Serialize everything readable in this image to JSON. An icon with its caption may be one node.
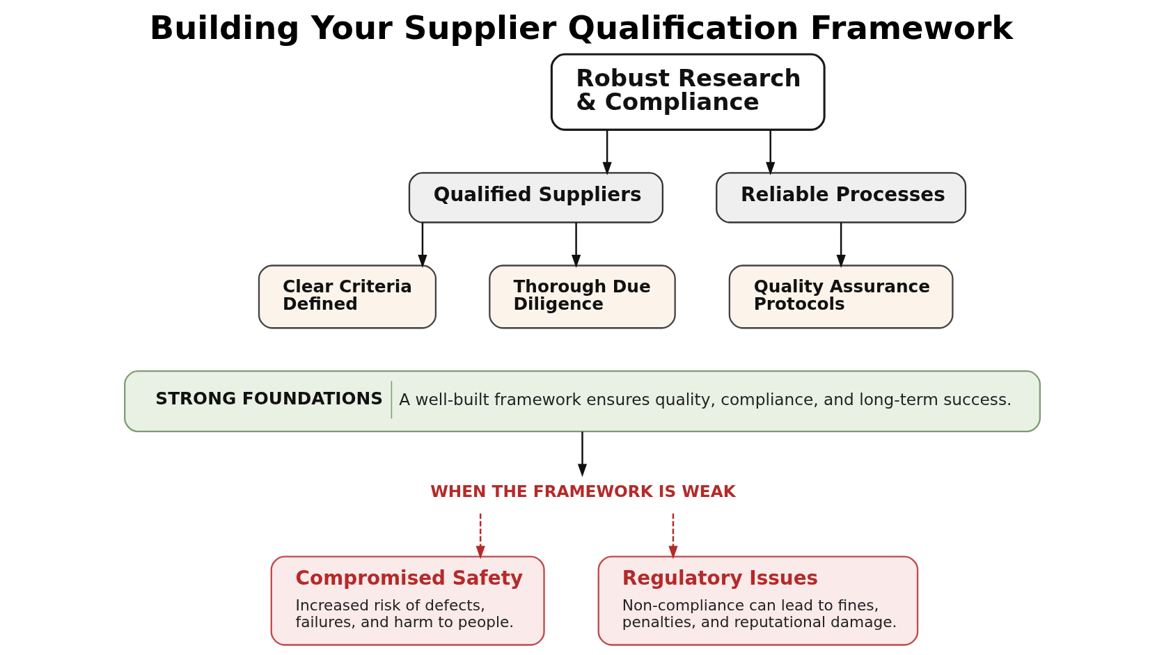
{
  "diagram": {
    "title": "Building Your Supplier Qualification Framework",
    "nodes": [
      {
        "text": [
          "Robust Research & Compliance"
        ]
      },
      {
        "text": [
          "Qualified Suppliers"
        ]
      },
      {
        "text": [
          "Reliable Processes"
        ]
      },
      {
        "text": [
          "Clear Criteria Defined"
        ]
      },
      {
        "text": [
          "Thorough Due Diligence"
        ]
      },
      {
        "text": [
          "Quality Assurance Protocols"
        ]
      },
      {
        "text": [
          "STRONG FOUNDATIONS",
          "A well-built framework ensures quality, compliance, and long-term success."
        ]
      },
      {
        "text": [
          "WHEN THE FRAMEWORK IS WEAK"
        ]
      },
      {
        "text": [
          "Compromised Safety",
          "Increased risk of defects, failures, and harm to people."
        ]
      },
      {
        "text": [
          "Regulatory Issues",
          "Non-compliance can lead to fines, penalties, and reputational damage."
        ]
      }
    ],
    "edges": [
      {
        "from": 0,
        "to": 1,
        "arrow": "to"
      },
      {
        "from": 0,
        "to": 2,
        "arrow": "to"
      },
      {
        "from": 1,
        "to": 3,
        "arrow": "to"
      },
      {
        "from": 1,
        "to": 4,
        "arrow": "to"
      },
      {
        "from": 2,
        "to": 5,
        "arrow": "to"
      },
      {
        "from": 6,
        "to": 7,
        "arrow": "to"
      },
      {
        "from": 7,
        "to": 8,
        "arrow": "to",
        "style": "dashed",
        "color": "#b52a2a"
      },
      {
        "from": 7,
        "to": 9,
        "arrow": "to",
        "style": "dashed",
        "color": "#b52a2a"
      }
    ]
  }
}
